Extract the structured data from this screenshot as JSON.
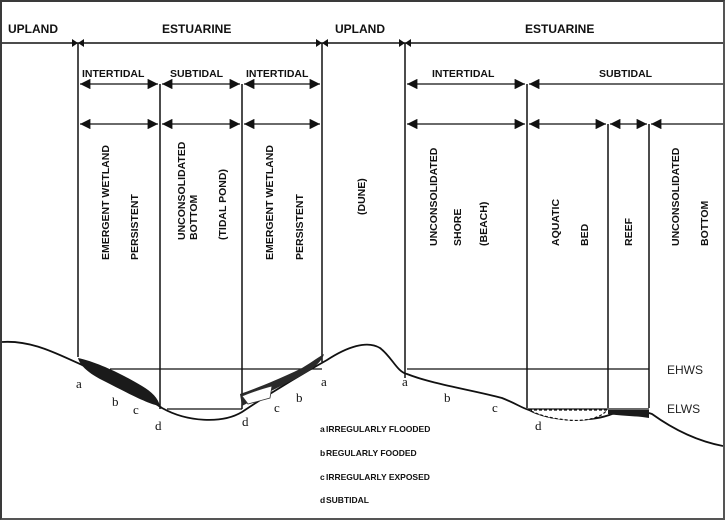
{
  "diagram": {
    "top_row": {
      "left_upland": "UPLAND",
      "left_estuarine": "ESTUARINE",
      "middle_upland": "UPLAND",
      "right_estuarine": "ESTUARINE"
    },
    "zones_left": {
      "intertidal_1": "INTERTIDAL",
      "subtidal": "SUBTIDAL",
      "intertidal_2": "INTERTIDAL"
    },
    "zones_right": {
      "intertidal": "INTERTIDAL",
      "subtidal": "SUBTIDAL"
    },
    "columns": [
      {
        "line1": "EMERGENT WETLAND",
        "line2": "PERSISTENT",
        "line3": ""
      },
      {
        "line1": "UNCONSOLIDATED",
        "line2": "BOTTOM",
        "line3": "(TIDAL POND)"
      },
      {
        "line1": "EMERGENT WETLAND",
        "line2": "PERSISTENT",
        "line3": ""
      },
      {
        "line1": "(DUNE)",
        "line2": "",
        "line3": ""
      },
      {
        "line1": "UNCONSOLIDATED",
        "line2": "SHORE",
        "line3": "(BEACH)"
      },
      {
        "line1": "AQUATIC",
        "line2": "BED",
        "line3": ""
      },
      {
        "line1": "REEF",
        "line2": "",
        "line3": ""
      },
      {
        "line1": "UNCONSOLIDATED",
        "line2": "BOTTOM",
        "line3": ""
      }
    ],
    "water_levels": {
      "high": "EHWS",
      "low": "ELWS"
    },
    "point_labels": {
      "a": "a",
      "b": "b",
      "c": "c",
      "d": "d"
    },
    "legend": [
      {
        "key": "a",
        "text": "IRREGULARLY FLOODED"
      },
      {
        "key": "b",
        "text": "REGULARLY FOODED"
      },
      {
        "key": "c",
        "text": "IRREGULARLY EXPOSED"
      },
      {
        "key": "d",
        "text": "SUBTIDAL"
      }
    ],
    "colors": {
      "line": "#111111",
      "background": "#ffffff",
      "vegetation": "#1a1a1a"
    }
  }
}
